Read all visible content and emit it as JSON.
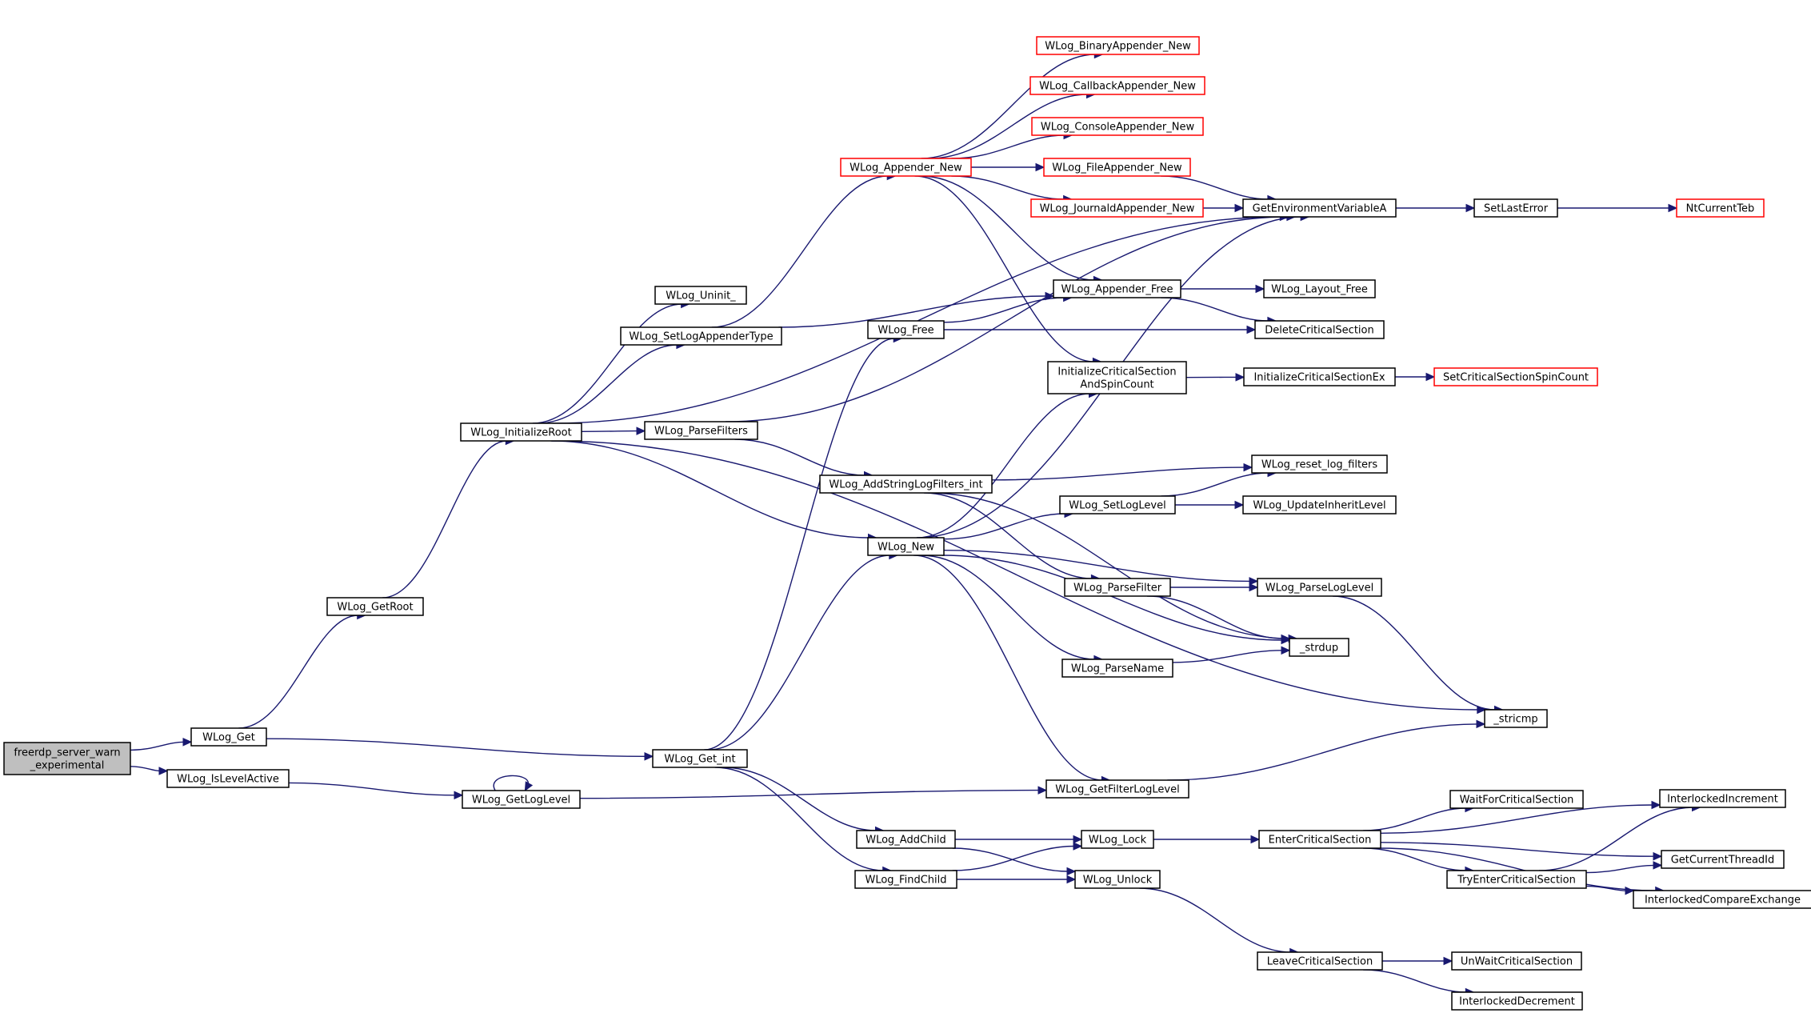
{
  "colors": {
    "edge": "#191970",
    "node_border": "#000000",
    "node_border_incomplete": "#ff0000",
    "root_fill": "#bfbfbf",
    "node_fill": "#ffffff"
  },
  "nodes": {
    "freerdp": {
      "lines": [
        "freerdp_server_warn",
        "_experimental"
      ],
      "root": true
    },
    "WLog_Get": {
      "lines": [
        "WLog_Get"
      ]
    },
    "WLog_IsLevelActive": {
      "lines": [
        "WLog_IsLevelActive"
      ]
    },
    "WLog_GetRoot": {
      "lines": [
        "WLog_GetRoot"
      ]
    },
    "WLog_Get_int": {
      "lines": [
        "WLog_Get_int"
      ]
    },
    "WLog_GetLogLevel": {
      "lines": [
        "WLog_GetLogLevel"
      ]
    },
    "WLog_InitializeRoot": {
      "lines": [
        "WLog_InitializeRoot"
      ]
    },
    "WLog_Uninit_": {
      "lines": [
        "WLog_Uninit_"
      ]
    },
    "WLog_SetLogAppenderType": {
      "lines": [
        "WLog_SetLogAppenderType"
      ]
    },
    "WLog_ParseFilters": {
      "lines": [
        "WLog_ParseFilters"
      ]
    },
    "WLog_Appender_New": {
      "lines": [
        "WLog_Appender_New"
      ],
      "incomplete": true
    },
    "WLog_Free": {
      "lines": [
        "WLog_Free"
      ]
    },
    "WLog_AddStringLogFilters_int": {
      "lines": [
        "WLog_AddStringLogFilters_int"
      ]
    },
    "WLog_New": {
      "lines": [
        "WLog_New"
      ]
    },
    "WLog_AddChild": {
      "lines": [
        "WLog_AddChild"
      ]
    },
    "WLog_FindChild": {
      "lines": [
        "WLog_FindChild"
      ]
    },
    "WLog_BinaryAppender_New": {
      "lines": [
        "WLog_BinaryAppender_New"
      ],
      "incomplete": true
    },
    "WLog_CallbackAppender_New": {
      "lines": [
        "WLog_CallbackAppender_New"
      ],
      "incomplete": true
    },
    "WLog_ConsoleAppender_New": {
      "lines": [
        "WLog_ConsoleAppender_New"
      ],
      "incomplete": true
    },
    "WLog_FileAppender_New": {
      "lines": [
        "WLog_FileAppender_New"
      ],
      "incomplete": true
    },
    "WLog_JournaldAppender_New": {
      "lines": [
        "WLog_JournaldAppender_New"
      ],
      "incomplete": true
    },
    "WLog_Appender_Free": {
      "lines": [
        "WLog_Appender_Free"
      ]
    },
    "InitializeCriticalSectionAndSpinCount": {
      "lines": [
        "InitializeCriticalSection",
        "AndSpinCount"
      ]
    },
    "WLog_SetLogLevel": {
      "lines": [
        "WLog_SetLogLevel"
      ]
    },
    "WLog_ParseFilter": {
      "lines": [
        "WLog_ParseFilter"
      ]
    },
    "WLog_ParseName": {
      "lines": [
        "WLog_ParseName"
      ]
    },
    "WLog_GetFilterLogLevel": {
      "lines": [
        "WLog_GetFilterLogLevel"
      ]
    },
    "WLog_Lock": {
      "lines": [
        "WLog_Lock"
      ]
    },
    "WLog_Unlock": {
      "lines": [
        "WLog_Unlock"
      ]
    },
    "GetEnvironmentVariableA": {
      "lines": [
        "GetEnvironmentVariableA"
      ]
    },
    "WLog_Layout_Free": {
      "lines": [
        "WLog_Layout_Free"
      ]
    },
    "DeleteCriticalSection": {
      "lines": [
        "DeleteCriticalSection"
      ]
    },
    "InitializeCriticalSectionEx": {
      "lines": [
        "InitializeCriticalSectionEx"
      ]
    },
    "WLog_reset_log_filters": {
      "lines": [
        "WLog_reset_log_filters"
      ]
    },
    "WLog_UpdateInheritLevel": {
      "lines": [
        "WLog_UpdateInheritLevel"
      ]
    },
    "WLog_ParseLogLevel": {
      "lines": [
        "WLog_ParseLogLevel"
      ]
    },
    "_strdup": {
      "lines": [
        "_strdup"
      ]
    },
    "_stricmp": {
      "lines": [
        "_stricmp"
      ]
    },
    "EnterCriticalSection": {
      "lines": [
        "EnterCriticalSection"
      ]
    },
    "LeaveCriticalSection": {
      "lines": [
        "LeaveCriticalSection"
      ]
    },
    "SetLastError": {
      "lines": [
        "SetLastError"
      ]
    },
    "SetCriticalSectionSpinCount": {
      "lines": [
        "SetCriticalSectionSpinCount"
      ],
      "incomplete": true
    },
    "WaitForCriticalSection": {
      "lines": [
        "WaitForCriticalSection"
      ]
    },
    "TryEnterCriticalSection": {
      "lines": [
        "TryEnterCriticalSection"
      ]
    },
    "UnWaitCriticalSection": {
      "lines": [
        "UnWaitCriticalSection"
      ]
    },
    "InterlockedDecrement": {
      "lines": [
        "InterlockedDecrement"
      ]
    },
    "NtCurrentTeb": {
      "lines": [
        "NtCurrentTeb"
      ],
      "incomplete": true
    },
    "InterlockedIncrement": {
      "lines": [
        "InterlockedIncrement"
      ]
    },
    "GetCurrentThreadId": {
      "lines": [
        "GetCurrentThreadId"
      ]
    },
    "InterlockedCompareExchange": {
      "lines": [
        "InterlockedCompareExchange"
      ]
    }
  },
  "edges": [
    [
      "freerdp",
      "WLog_Get"
    ],
    [
      "freerdp",
      "WLog_IsLevelActive"
    ],
    [
      "WLog_Get",
      "WLog_GetRoot"
    ],
    [
      "WLog_Get",
      "WLog_Get_int"
    ],
    [
      "WLog_GetRoot",
      "WLog_InitializeRoot"
    ],
    [
      "WLog_IsLevelActive",
      "WLog_GetLogLevel"
    ],
    [
      "WLog_GetLogLevel",
      "WLog_GetLogLevel"
    ],
    [
      "WLog_GetLogLevel",
      "WLog_GetFilterLogLevel"
    ],
    [
      "WLog_InitializeRoot",
      "GetEnvironmentVariableA"
    ],
    [
      "WLog_InitializeRoot",
      "WLog_Uninit_"
    ],
    [
      "WLog_InitializeRoot",
      "WLog_SetLogAppenderType"
    ],
    [
      "WLog_InitializeRoot",
      "WLog_ParseFilters"
    ],
    [
      "WLog_InitializeRoot",
      "WLog_New"
    ],
    [
      "WLog_InitializeRoot",
      "_stricmp"
    ],
    [
      "WLog_SetLogAppenderType",
      "WLog_Appender_New"
    ],
    [
      "WLog_SetLogAppenderType",
      "WLog_Appender_Free"
    ],
    [
      "WLog_ParseFilters",
      "GetEnvironmentVariableA"
    ],
    [
      "WLog_ParseFilters",
      "WLog_AddStringLogFilters_int"
    ],
    [
      "WLog_Get_int",
      "WLog_Free"
    ],
    [
      "WLog_Get_int",
      "WLog_New"
    ],
    [
      "WLog_Get_int",
      "WLog_AddChild"
    ],
    [
      "WLog_Get_int",
      "WLog_FindChild"
    ],
    [
      "WLog_Appender_New",
      "WLog_BinaryAppender_New"
    ],
    [
      "WLog_Appender_New",
      "WLog_CallbackAppender_New"
    ],
    [
      "WLog_Appender_New",
      "WLog_ConsoleAppender_New"
    ],
    [
      "WLog_Appender_New",
      "WLog_FileAppender_New"
    ],
    [
      "WLog_Appender_New",
      "WLog_JournaldAppender_New"
    ],
    [
      "WLog_Appender_New",
      "WLog_Appender_Free"
    ],
    [
      "WLog_Appender_New",
      "InitializeCriticalSectionAndSpinCount"
    ],
    [
      "WLog_Free",
      "WLog_Appender_Free"
    ],
    [
      "WLog_Free",
      "DeleteCriticalSection"
    ],
    [
      "WLog_AddStringLogFilters_int",
      "WLog_reset_log_filters"
    ],
    [
      "WLog_AddStringLogFilters_int",
      "WLog_ParseFilter"
    ],
    [
      "WLog_AddStringLogFilters_int",
      "_strdup"
    ],
    [
      "WLog_New",
      "GetEnvironmentVariableA"
    ],
    [
      "WLog_New",
      "InitializeCriticalSectionAndSpinCount"
    ],
    [
      "WLog_New",
      "WLog_SetLogLevel"
    ],
    [
      "WLog_New",
      "WLog_ParseLogLevel"
    ],
    [
      "WLog_New",
      "WLog_ParseName"
    ],
    [
      "WLog_New",
      "_strdup"
    ],
    [
      "WLog_New",
      "WLog_GetFilterLogLevel"
    ],
    [
      "WLog_AddChild",
      "WLog_Lock"
    ],
    [
      "WLog_AddChild",
      "WLog_Unlock"
    ],
    [
      "WLog_FindChild",
      "WLog_Lock"
    ],
    [
      "WLog_FindChild",
      "WLog_Unlock"
    ],
    [
      "WLog_FileAppender_New",
      "GetEnvironmentVariableA"
    ],
    [
      "WLog_JournaldAppender_New",
      "GetEnvironmentVariableA"
    ],
    [
      "WLog_Appender_Free",
      "WLog_Layout_Free"
    ],
    [
      "WLog_Appender_Free",
      "DeleteCriticalSection"
    ],
    [
      "InitializeCriticalSectionAndSpinCount",
      "InitializeCriticalSectionEx"
    ],
    [
      "WLog_SetLogLevel",
      "WLog_reset_log_filters"
    ],
    [
      "WLog_SetLogLevel",
      "WLog_UpdateInheritLevel"
    ],
    [
      "WLog_ParseFilter",
      "WLog_ParseLogLevel"
    ],
    [
      "WLog_ParseFilter",
      "_strdup"
    ],
    [
      "WLog_ParseName",
      "_strdup"
    ],
    [
      "WLog_GetFilterLogLevel",
      "_stricmp"
    ],
    [
      "WLog_Lock",
      "EnterCriticalSection"
    ],
    [
      "WLog_Unlock",
      "LeaveCriticalSection"
    ],
    [
      "GetEnvironmentVariableA",
      "SetLastError"
    ],
    [
      "SetLastError",
      "NtCurrentTeb"
    ],
    [
      "InitializeCriticalSectionEx",
      "SetCriticalSectionSpinCount"
    ],
    [
      "WLog_ParseLogLevel",
      "_stricmp"
    ],
    [
      "EnterCriticalSection",
      "InterlockedIncrement"
    ],
    [
      "EnterCriticalSection",
      "WaitForCriticalSection"
    ],
    [
      "EnterCriticalSection",
      "GetCurrentThreadId"
    ],
    [
      "EnterCriticalSection",
      "TryEnterCriticalSection"
    ],
    [
      "EnterCriticalSection",
      "InterlockedCompareExchange"
    ],
    [
      "TryEnterCriticalSection",
      "InterlockedIncrement"
    ],
    [
      "TryEnterCriticalSection",
      "GetCurrentThreadId"
    ],
    [
      "TryEnterCriticalSection",
      "InterlockedCompareExchange"
    ],
    [
      "LeaveCriticalSection",
      "UnWaitCriticalSection"
    ],
    [
      "LeaveCriticalSection",
      "InterlockedDecrement"
    ]
  ]
}
